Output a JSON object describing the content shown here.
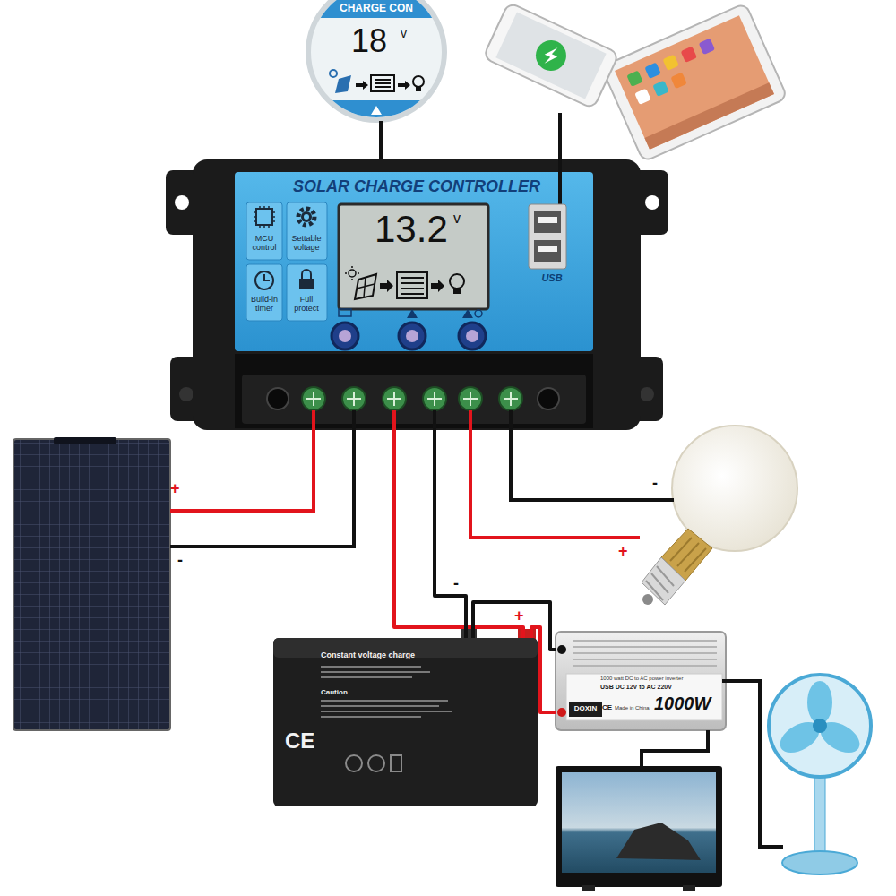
{
  "diagram": {
    "nodes": [
      {
        "text": [
          "CHARGE CON",
          "18",
          "v"
        ]
      },
      {
        "text": [
          "SOLAR CHARGE CONTROLLER",
          "MCU control",
          "Settable voltage",
          "Build-in timer",
          "Full protect",
          "USB"
        ]
      },
      {
        "text": [
          "13.2",
          "v"
        ],
        "in": 1
      },
      {
        "text": [
          "Constant voltage charge",
          "Caution",
          "CE"
        ]
      },
      {
        "text": [
          "1000 watt DC to AC power inverter",
          "USB DC 12V to AC 220V",
          "DOXIN",
          "CE",
          "Made in China",
          "1000W"
        ]
      }
    ],
    "edges": [
      {
        "from": 0,
        "to": 1,
        "arrow": "none"
      },
      {
        "from": 1,
        "to": 3,
        "arrow": "none"
      },
      {
        "from": 1,
        "to": 3,
        "arrow": "none"
      },
      {
        "from": 3,
        "to": 4,
        "arrow": "none"
      },
      {
        "from": 3,
        "to": 4,
        "arrow": "none"
      }
    ],
    "labels": [
      "-",
      "+",
      "+",
      "-",
      "-",
      "+"
    ]
  }
}
